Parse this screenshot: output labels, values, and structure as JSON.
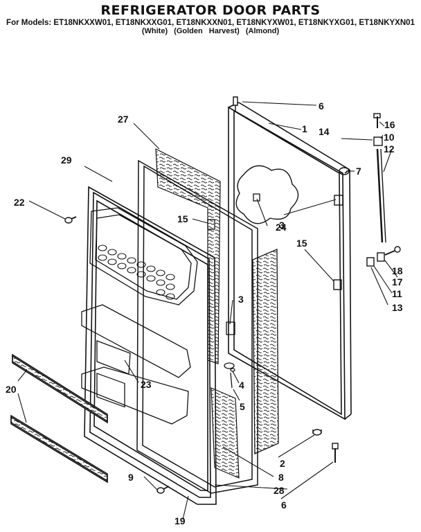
{
  "header": {
    "title": "REFRIGERATOR DOOR PARTS",
    "models_line": "For Models: ET18NKXXW01, ET18NKXXG01, ET18NKXXN01, ET18NKYXW01, ET18NKYXG01, ET18NKYXN01",
    "finishes": [
      "(White)",
      "(Golden Harvest)",
      "(Almond)"
    ]
  },
  "callouts": [
    "1",
    "2",
    "3",
    "3",
    "4",
    "5",
    "6",
    "6",
    "7",
    "8",
    "9",
    "10",
    "11",
    "12",
    "13",
    "14",
    "15",
    "15",
    "16",
    "17",
    "18",
    "19",
    "20",
    "22",
    "23",
    "24",
    "27",
    "28",
    "29"
  ]
}
